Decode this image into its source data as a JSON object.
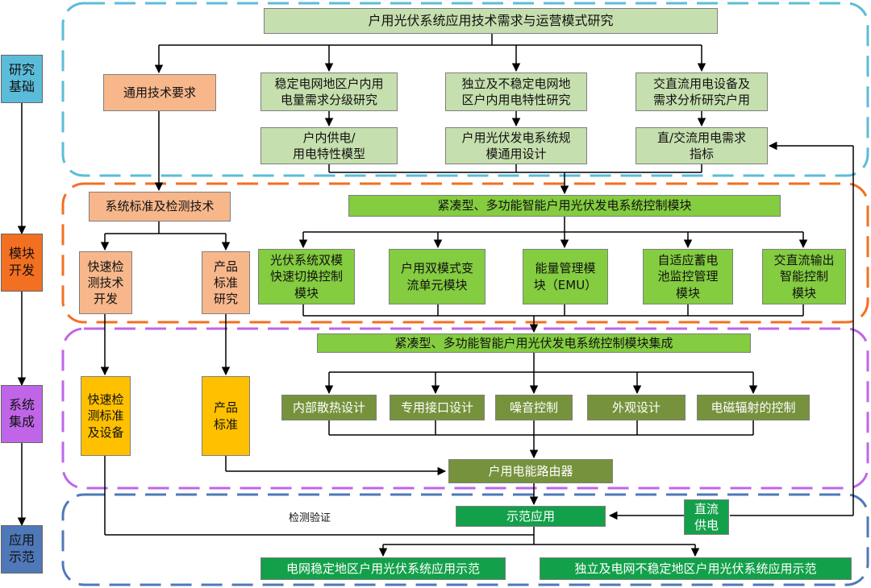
{
  "sidebar": {
    "items": [
      {
        "label": "研究\n基础",
        "color": "#5bbcd9"
      },
      {
        "label": "模块\n开发",
        "color": "#f36f21"
      },
      {
        "label": "系统\n集成",
        "color": "#c065e8"
      },
      {
        "label": "应用\n示范",
        "color": "#4f78b9"
      }
    ]
  },
  "research": {
    "title": "户用光伏系统应用技术需求与运营模式研究",
    "general_req": "通用技术要求",
    "stable_study": "稳定电网地区户内用\n电量需求分级研究",
    "unstable_study": "独立及不稳定电网地\n区户内用电特性研究",
    "acdc_study": "交直流用电设备及\n需求分析研究户用",
    "indoor_model": "户内供电/\n用电特性模型",
    "pv_design": "户用光伏发电系统规\n模通用设计",
    "acdc_index": "直/交流用电需求\n指标"
  },
  "module": {
    "std_test": "系统标准及检测技术",
    "control_module": "紧凑型、多功能智能户用光伏发电系统控制模块",
    "fast_test_dev": "快速检\n测技术\n开发",
    "product_std_research": "产品\n标准\n研究",
    "modules": [
      "光伏系统双模\n快速切换控制\n模块",
      "户用双模式变\n流单元模块",
      "能量管理模\n块（EMU）",
      "自适应蓄电\n池监控管理\n模块",
      "交直流输出\n智能控制\n模块"
    ]
  },
  "integration": {
    "title": "紧凑型、多功能智能户用光伏发电系统控制模块集成",
    "items": [
      "内部散热设计",
      "专用接口设计",
      "噪音控制",
      "外观设计",
      "电磁辐射的控制"
    ],
    "fast_test_equip": "快速检\n测标准\n及设备",
    "product_std": "产品\n标准",
    "router": "户用电能路由器"
  },
  "application": {
    "test_verify": "检测验证",
    "demo": "示范应用",
    "dc_supply": "直流\n供电",
    "stable_demo": "电网稳定地区户用光伏系统应用示范",
    "unstable_demo": "独立及电网不稳定地区户用光伏系统应用示范"
  }
}
